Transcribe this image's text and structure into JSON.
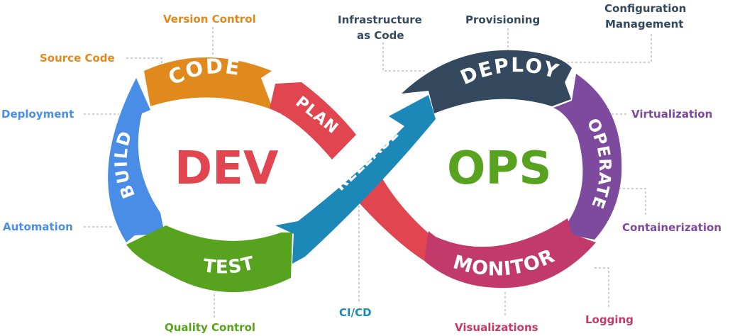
{
  "center": {
    "dev": "DEV",
    "ops": "OPS"
  },
  "segments": {
    "code": "CODE",
    "build": "BUILD",
    "test": "TEST",
    "plan": "PLAN",
    "release": "RELEASE",
    "deploy": "DEPLOY",
    "operate": "OPERATE",
    "monitor": "MONITOR"
  },
  "labels": {
    "version_control": "Version Control",
    "source_code": "Source Code",
    "deployment": "Deployment",
    "automation": "Automation",
    "quality_control": "Quality Control",
    "infrastructure_line1": "Infrastructure",
    "infrastructure_line2": "as Code",
    "provisioning": "Provisioning",
    "configuration_line1": "Configuration",
    "configuration_line2": "Management",
    "virtualization": "Virtualization",
    "containerization": "Containerization",
    "logging": "Logging",
    "visualizations": "Visualizations",
    "ci_cd": "CI/CD"
  },
  "colors": {
    "code": "#E08A1E",
    "build": "#4A8DE6",
    "test": "#57A31F",
    "plan": "#E04550",
    "release": "#1C88B8",
    "deploy": "#34495E",
    "operate": "#7D4A9D",
    "monitor": "#C23A6A",
    "dev_text": "#E04550",
    "ops_text": "#57A31F"
  }
}
